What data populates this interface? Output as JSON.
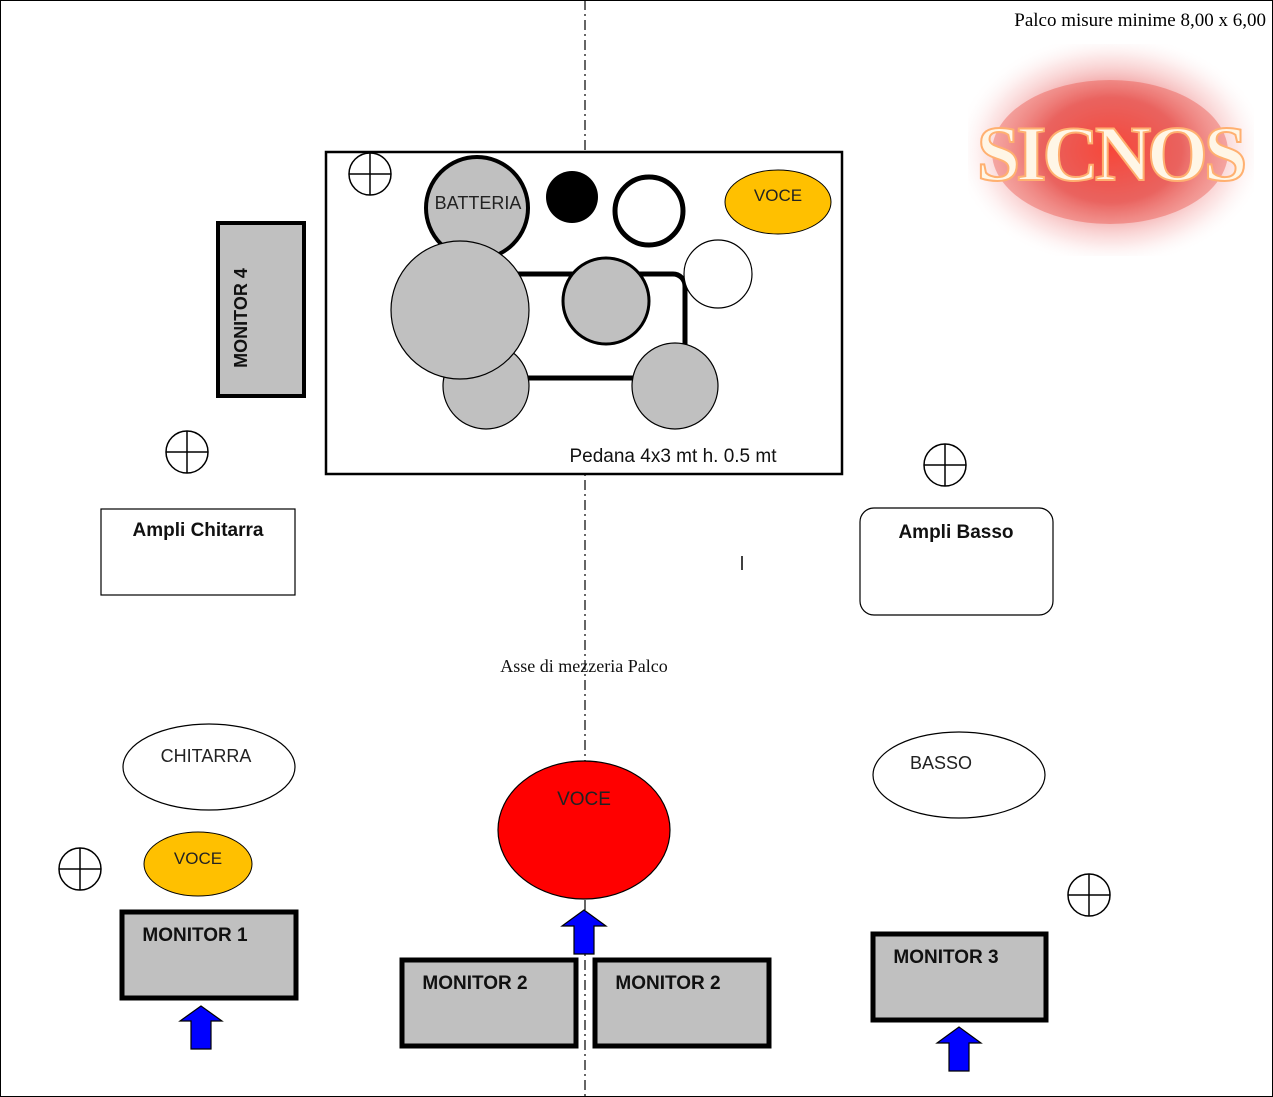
{
  "header": {
    "stage_size": "Palco misure minime 8,00 x 6,00",
    "logo_text": "SICNOS"
  },
  "riser": {
    "label": "Pedana 4x3 mt h. 0.5 mt",
    "drums_label": "BATTERIA",
    "vocal_label": "VOCE"
  },
  "amps": {
    "guitar": "Ampli Chitarra",
    "bass": "Ampli Basso"
  },
  "center_axis": "Asse di mezzeria Palco",
  "musicians": {
    "guitar": "CHITARRA",
    "guitar_vocal": "VOCE",
    "lead_vocal": "VOCE",
    "bass": "BASSO"
  },
  "monitors": {
    "m1": "MONITOR 1",
    "m2a": "MONITOR 2",
    "m2b": "MONITOR 2",
    "m3": "MONITOR 3",
    "m4": "MONITOR  4"
  },
  "colors": {
    "monitor_fill": "#c0c0c0",
    "drum_fill": "#c0c0c0",
    "vocal_yellow": "#ffc000",
    "lead_red": "#ff0000",
    "arrow_blue": "#0000ff"
  },
  "icons": {
    "power_outlet": "crosshair-circle-icon",
    "monitor_direction": "arrow-up-icon"
  }
}
